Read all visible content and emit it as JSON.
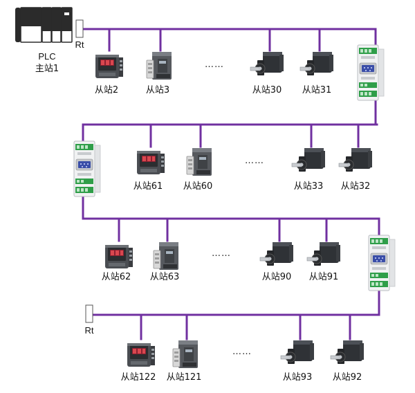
{
  "master": {
    "name": "PLC",
    "station": "主站1"
  },
  "terminator_label": "Rt",
  "ellipsis": "……",
  "bus_color": "#7030a0",
  "rows": [
    {
      "slaves": [
        "从站2",
        "从站3",
        "从站30",
        "从站31"
      ],
      "devices": [
        "meter",
        "drive",
        "motor",
        "motor"
      ]
    },
    {
      "slaves": [
        "从站61",
        "从站60",
        "从站33",
        "从站32"
      ],
      "devices": [
        "meter",
        "drive",
        "motor",
        "motor"
      ]
    },
    {
      "slaves": [
        "从站62",
        "从站63",
        "从站90",
        "从站91"
      ],
      "devices": [
        "meter",
        "drive",
        "motor",
        "motor"
      ]
    },
    {
      "slaves": [
        "从站122",
        "从站121",
        "从站93",
        "从站92"
      ],
      "devices": [
        "meter",
        "drive",
        "motor",
        "motor"
      ]
    }
  ]
}
